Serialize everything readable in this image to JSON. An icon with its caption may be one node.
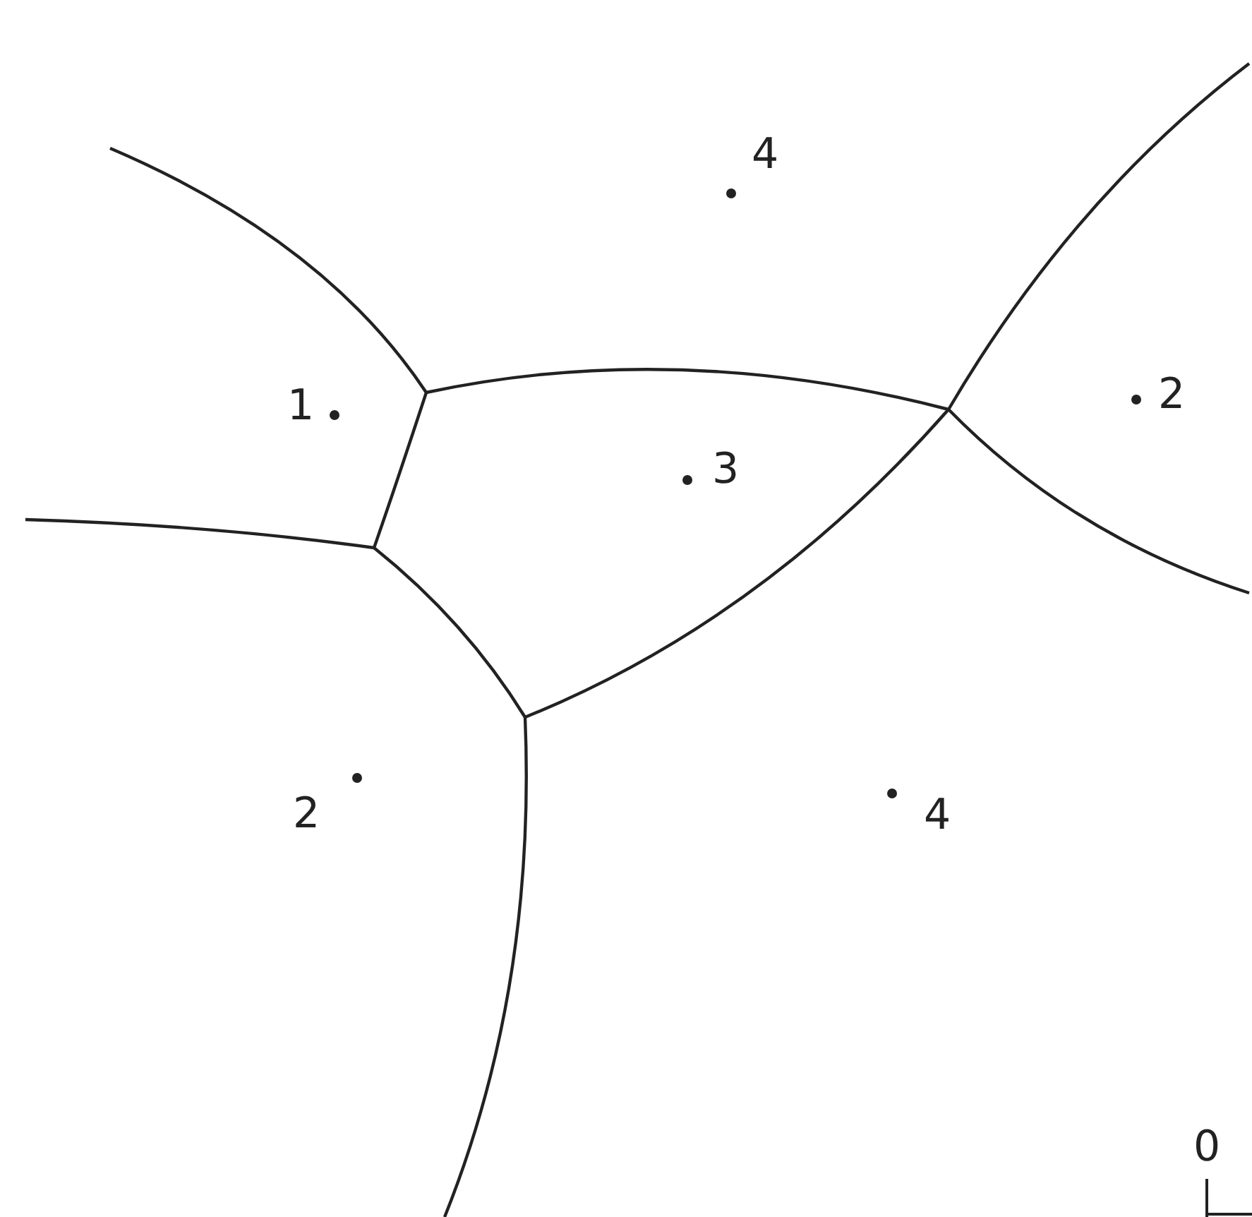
{
  "diagram": {
    "labels": [
      "4",
      "1",
      "2",
      "3",
      "2",
      "4",
      "0"
    ]
  }
}
